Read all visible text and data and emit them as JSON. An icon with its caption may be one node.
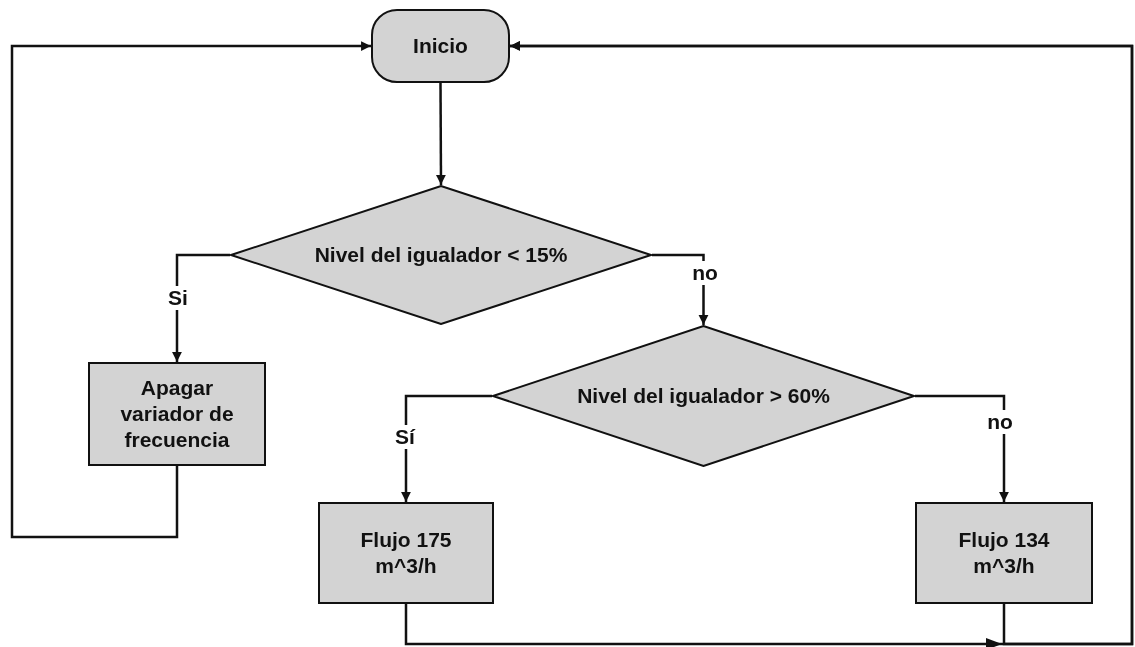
{
  "diagram": {
    "nodes": [
      {
        "text": [
          "Inicio"
        ]
      },
      {
        "text": [
          "Nivel del igualador < 15%"
        ]
      },
      {
        "text": [
          "Apagar variador de frecuencia"
        ]
      },
      {
        "text": [
          "Nivel del igualador > 60%"
        ]
      },
      {
        "text": [
          "Flujo 175 m^3/h"
        ]
      },
      {
        "text": [
          "Flujo 134 m^3/h"
        ]
      }
    ],
    "edges": [
      {
        "from": 0,
        "to": 1,
        "arrow": "to"
      },
      {
        "from": 1,
        "to": 2,
        "arrow": "to",
        "label": "Si"
      },
      {
        "from": 1,
        "to": 3,
        "arrow": "to",
        "label": "no"
      },
      {
        "from": 3,
        "to": 4,
        "arrow": "to",
        "label": "Sí"
      },
      {
        "from": 3,
        "to": 5,
        "arrow": "to",
        "label": "no"
      },
      {
        "from": 2,
        "to": 0,
        "arrow": "to"
      },
      {
        "from": 4,
        "to": 0,
        "arrow": "to"
      },
      {
        "from": 5,
        "to": 0,
        "arrow": "to"
      }
    ]
  }
}
